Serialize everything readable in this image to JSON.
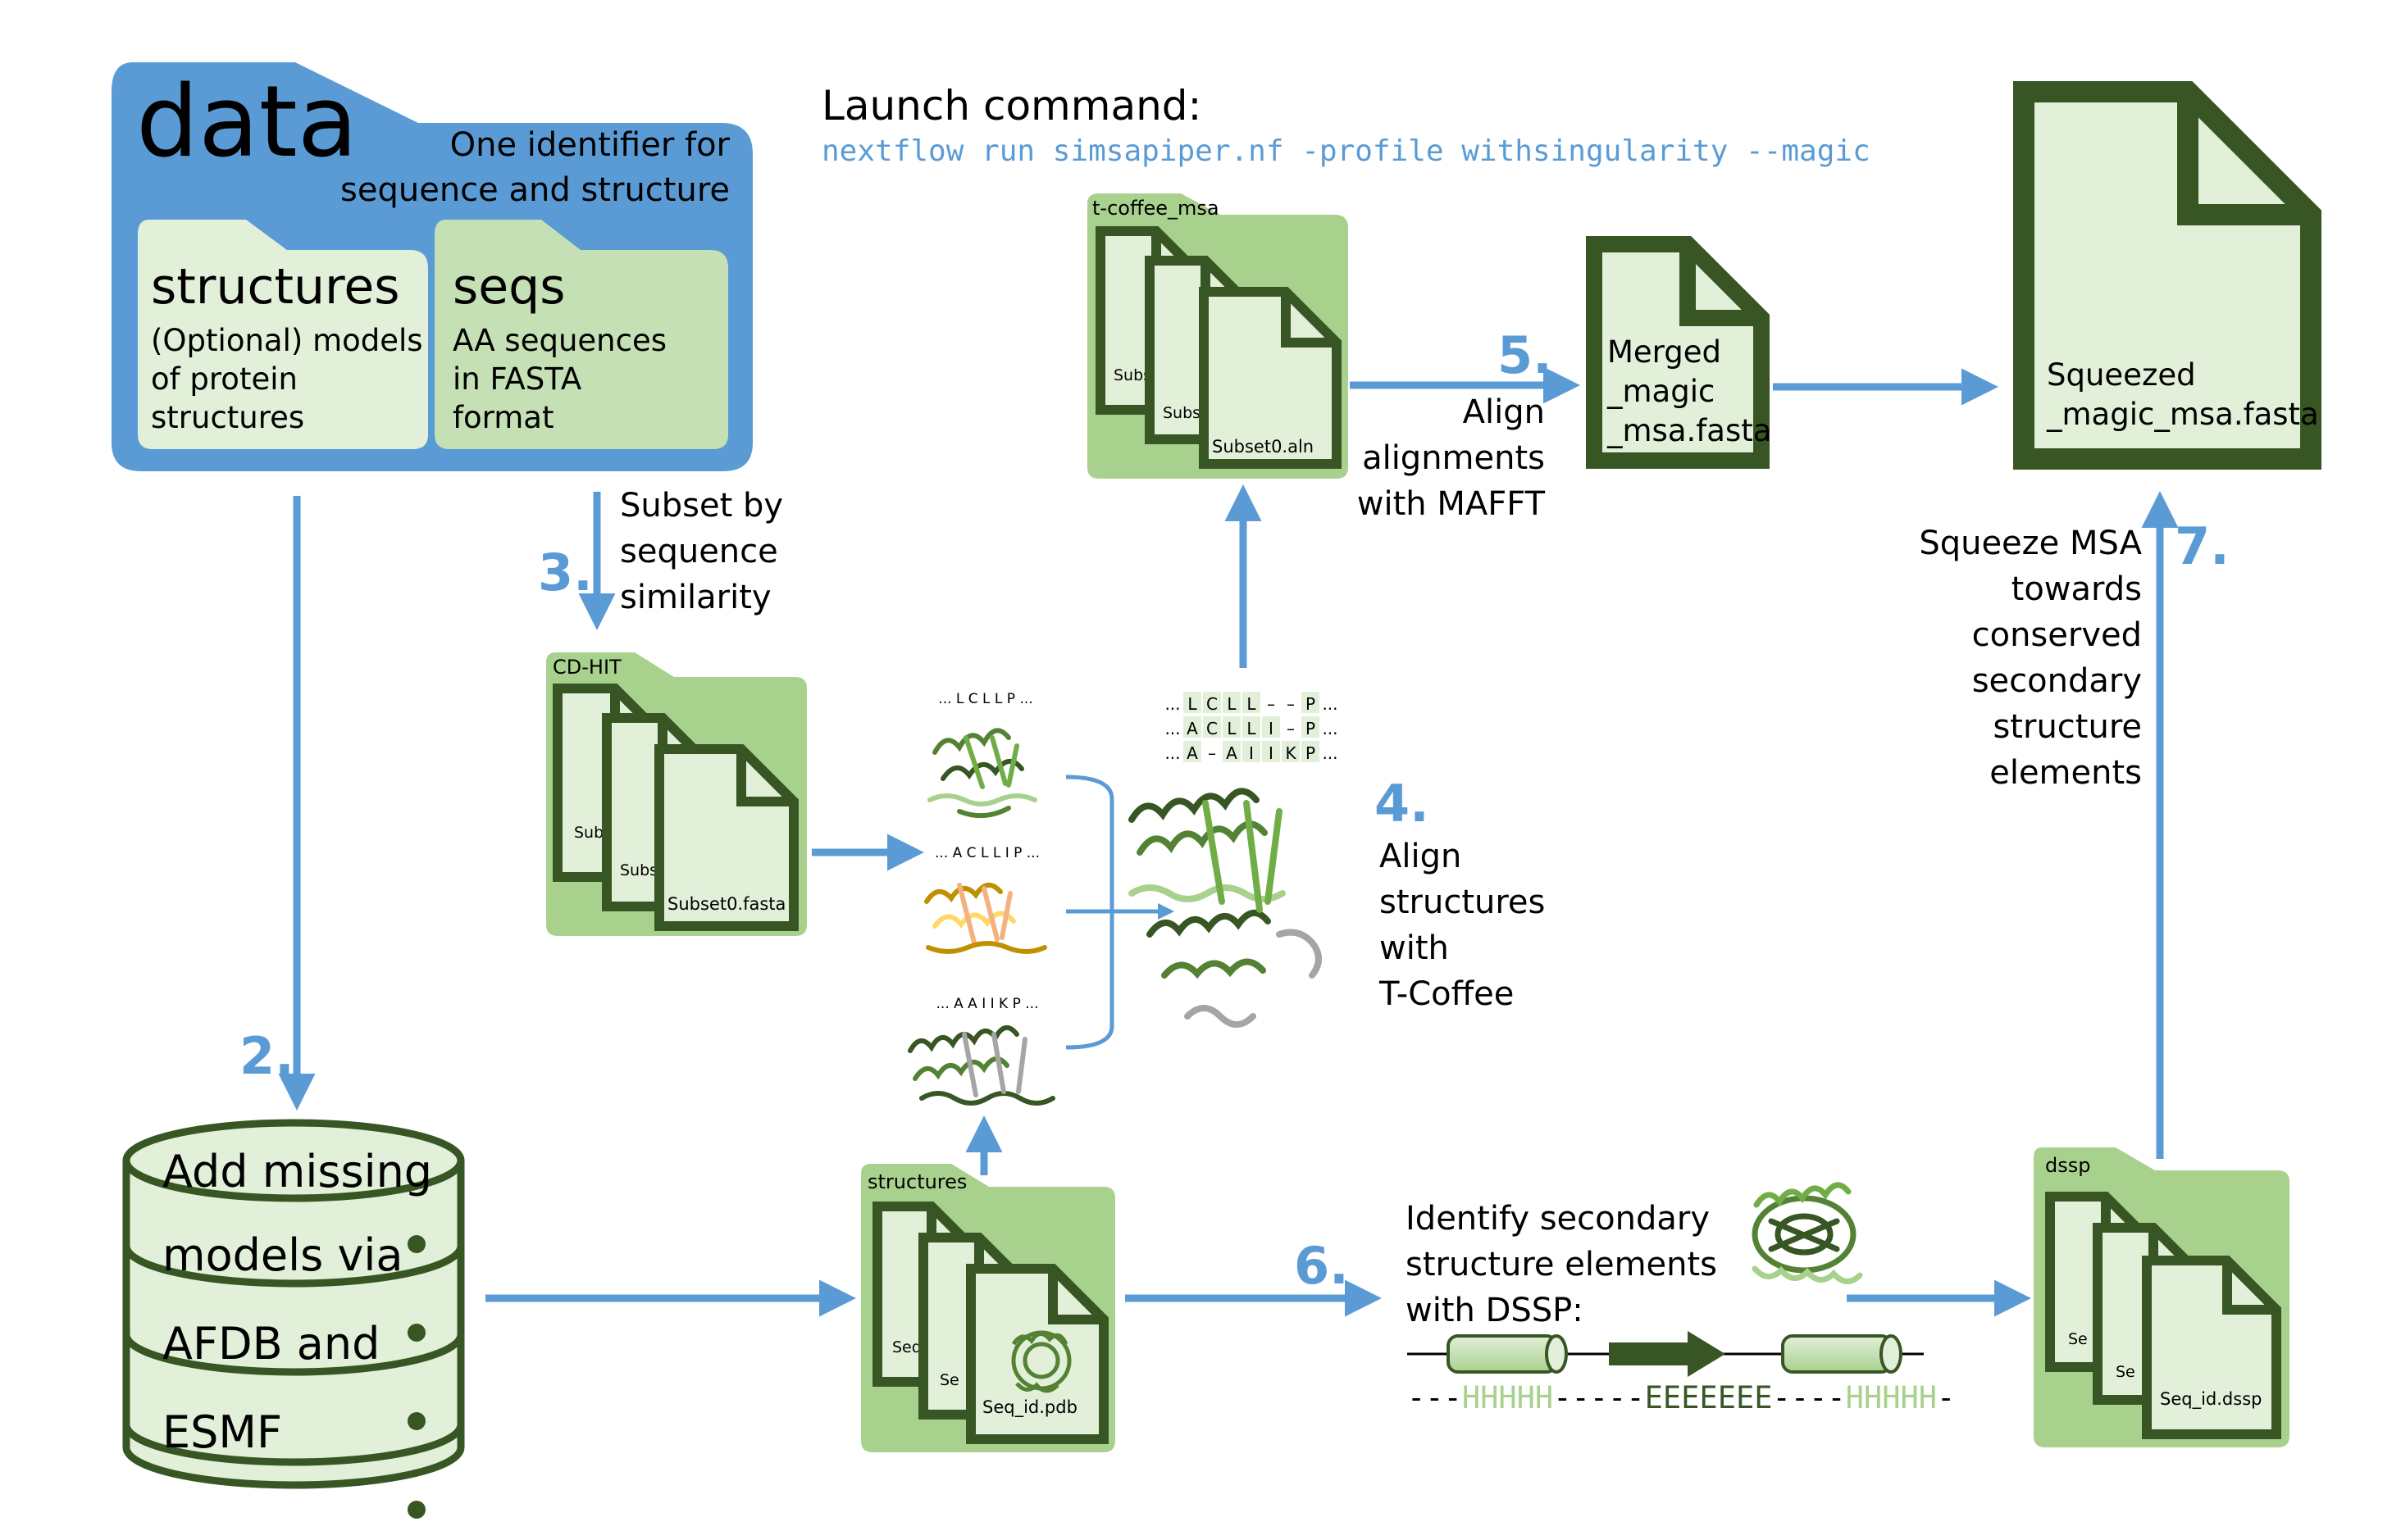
{
  "colors": {
    "blue_folder": "#5b9bd5",
    "light_green": "#a9d18e",
    "pale_green": "#e2efd9",
    "dark_green": "#375623",
    "arrow_blue": "#5b9bd5",
    "step_blue": "#5b9bd5",
    "command_blue": "#5b9bd5",
    "hhhh_green": "#a9d18e"
  },
  "data_folder": {
    "title": "data",
    "note_line1": "One identifier for",
    "note_line2": "sequence and structure",
    "structures": {
      "title": "structures",
      "line1": "(Optional) models",
      "line2": "of protein",
      "line3": "structures"
    },
    "seqs": {
      "title": "seqs",
      "line1": "AA sequences",
      "line2": "in FASTA",
      "line3": "format"
    }
  },
  "launch": {
    "label": "Launch command:",
    "command": "nextflow run simsapiper.nf -profile withsingularity --magic"
  },
  "steps": {
    "step2": "2.",
    "step3": "3.",
    "step3_line1": "Subset by",
    "step3_line2": "sequence",
    "step3_line3": "similarity",
    "step4": "4.",
    "step4_line1": "Align",
    "step4_line2": "structures",
    "step4_line3": "with",
    "step4_line4": "T-Coffee",
    "step5": "5.",
    "step5_line1": "Align",
    "step5_line2": "alignments",
    "step5_line3": "with MAFFT",
    "step6": "6.",
    "step6_line1": "Identify secondary",
    "step6_line2": "structure elements",
    "step6_line3": "with DSSP:",
    "step7": "7.",
    "step7_line1": "Squeeze MSA",
    "step7_line2": "towards",
    "step7_line3": "conserved",
    "step7_line4": "secondary",
    "step7_line5": "structure",
    "step7_line6": "elements"
  },
  "database": {
    "line1": "Add missing",
    "line2": "models via",
    "line3": "AFDB and",
    "line4": "ESMF"
  },
  "folders": {
    "cdhit": {
      "label": "CD-HIT",
      "back1": "Subs",
      "back2": "Subs",
      "front": "Subset0.fasta"
    },
    "tcoffee": {
      "label": "t-coffee_msa",
      "back1": "Subs",
      "back2": "Subs",
      "front": "Subset0.aln"
    },
    "structures": {
      "label": "structures",
      "back1": "Seq",
      "back2": "Se",
      "front": "Seq_id.pdb"
    },
    "dssp": {
      "label": "dssp",
      "back1": "Se",
      "back2": "Se",
      "front": "Seq_id.dssp"
    }
  },
  "files": {
    "merged_line1": "Merged",
    "merged_line2": "_magic",
    "merged_line3": "_msa.fasta",
    "squeezed_line1": "Squeezed",
    "squeezed_line2": "_magic_msa.fasta"
  },
  "sequences": {
    "seq1": "... L C L L P ...",
    "seq2": "... A C L L I P ...",
    "seq3": "... A A I I K P ...",
    "aln_rows": [
      [
        "...",
        "L",
        "C",
        "L",
        "L",
        "–",
        "–",
        "P",
        "..."
      ],
      [
        "...",
        "A",
        "C",
        "L",
        "L",
        "I",
        "–",
        "P",
        "..."
      ],
      [
        "...",
        "A",
        "–",
        "A",
        "I",
        "I",
        "K",
        "P",
        "..."
      ]
    ]
  },
  "dssp_string": {
    "p1": "---",
    "p2": "HHHHH",
    "p3": "-----",
    "p4": "EEEEEEE",
    "p5": "----",
    "p6": "HHHHH",
    "p7": "-"
  },
  "icons": {
    "folder": "folder-icon",
    "file": "file-icon",
    "database": "database-icon",
    "protein": "protein-structure-icon",
    "helix": "helix-cylinder-icon",
    "strand": "strand-arrow-icon"
  }
}
